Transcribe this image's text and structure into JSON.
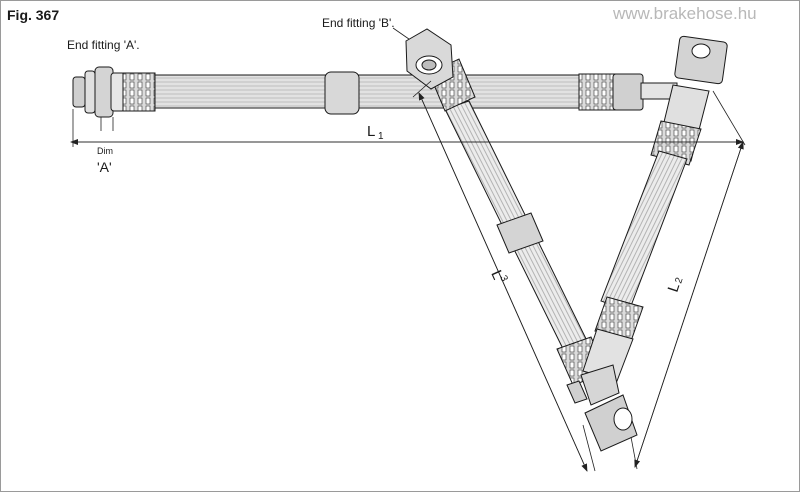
{
  "figure": {
    "label": "Fig. 367"
  },
  "watermark": "www.brakehose.hu",
  "fittings": {
    "a_caption": "End fitting 'A'.",
    "b_caption": "End fitting 'B'."
  },
  "dimensions": {
    "dim_label": "Dim",
    "a_label": "'A'",
    "l1": {
      "main": "L",
      "sub": "1"
    },
    "l2": {
      "main": "L",
      "sub": "2"
    },
    "l3": {
      "main": "L",
      "sub": "3"
    }
  },
  "colors": {
    "line": "#1a1a1a",
    "hose_fill": "#e9e9e9",
    "fitting_fill": "#d6d6d6",
    "watermark": "#b8b8b8"
  }
}
